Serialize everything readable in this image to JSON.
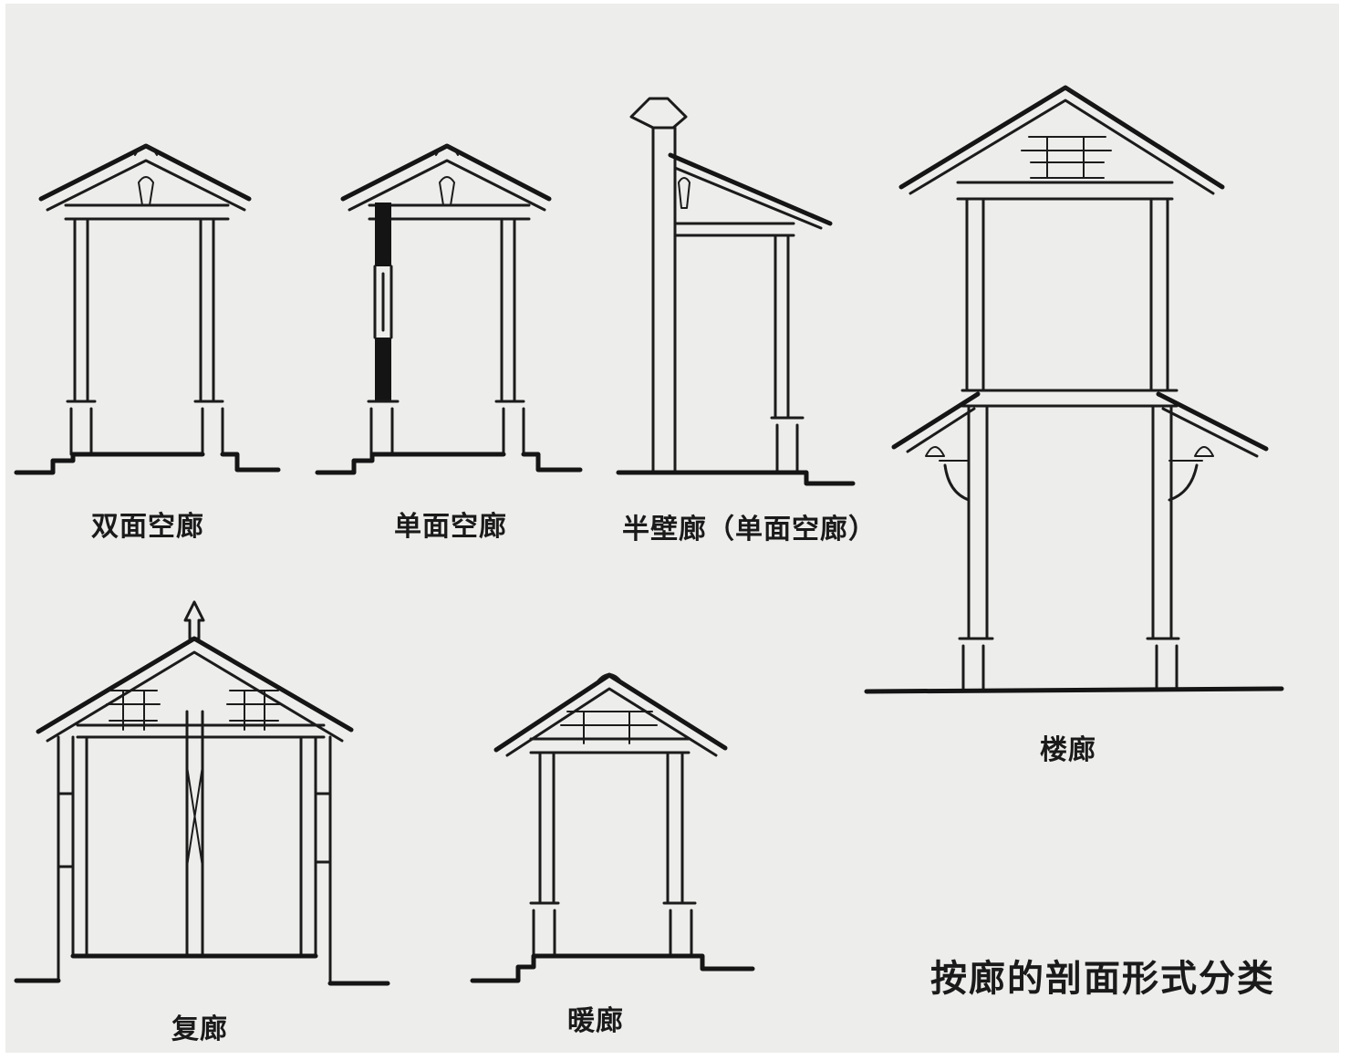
{
  "figure": {
    "title": "按廊的剖面形式分类",
    "labels": {
      "double_open": "双面空廊",
      "single_open": "单面空廊",
      "half_wall": "半壁廊（单面空廊）",
      "storied": "楼廊",
      "compound": "复廊",
      "warm": "暖廊"
    }
  },
  "colors": {
    "paper": "#ededeb",
    "ink": "#1b1b1b"
  }
}
